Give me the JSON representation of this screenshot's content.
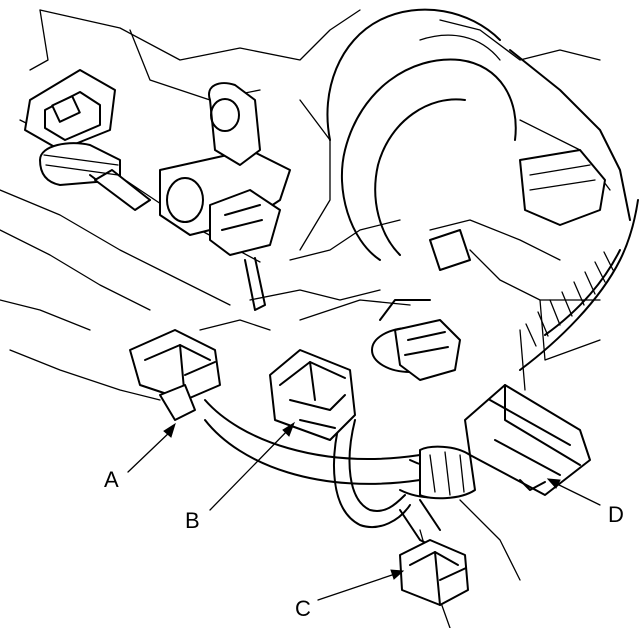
{
  "figure": {
    "colors": {
      "line": "#000000",
      "background": "#ffffff"
    },
    "callouts": {
      "a": "A",
      "b": "B",
      "c": "C",
      "d": "D"
    }
  }
}
